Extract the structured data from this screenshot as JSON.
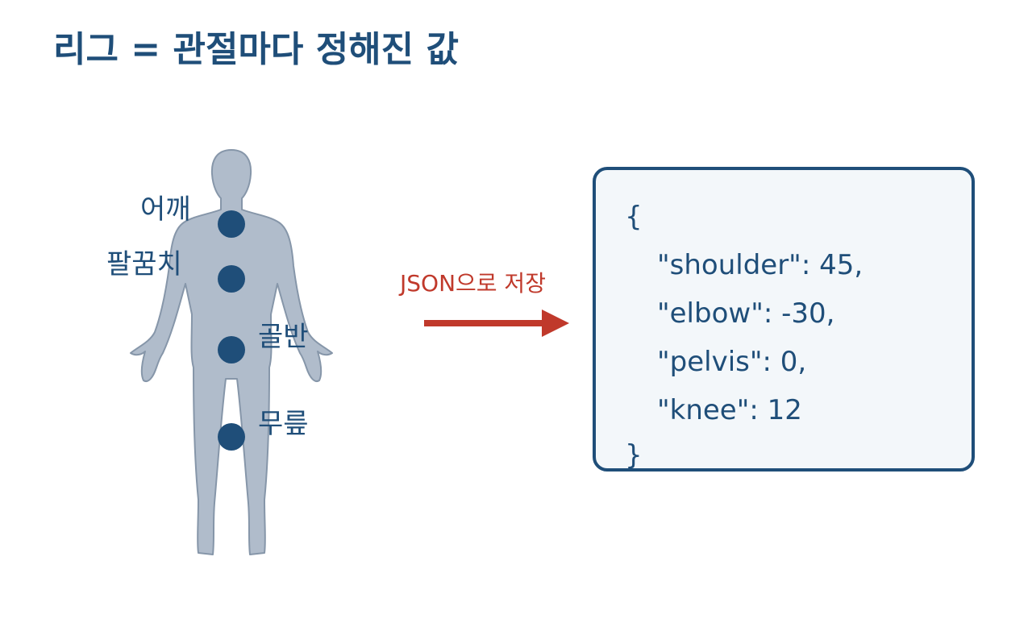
{
  "title": "리그 = 관절마다 정해진 값",
  "colors": {
    "title": "#1f4e79",
    "joint": "#1f4e79",
    "label": "#1f4e79",
    "body_fill": "#b0bccb",
    "body_stroke": "#8696a9",
    "arrow": "#c0392b",
    "box_border": "#1f4e79",
    "box_fill": "#f3f7fa",
    "code_text": "#1f4e79"
  },
  "figure": {
    "icon": "human-body-silhouette",
    "joints": [
      {
        "key": "shoulder",
        "label": "어깨"
      },
      {
        "key": "elbow",
        "label": "팔꿈치"
      },
      {
        "key": "pelvis",
        "label": "골반"
      },
      {
        "key": "knee",
        "label": "무릎"
      }
    ]
  },
  "arrow": {
    "label": "JSON으로 저장",
    "icon": "right-arrow"
  },
  "json_box": {
    "open_brace": "{",
    "lines": [
      "\"shoulder\": 45,",
      "\"elbow\": -30,",
      "\"pelvis\": 0,",
      "\"knee\": 12"
    ],
    "close_brace": "}"
  }
}
